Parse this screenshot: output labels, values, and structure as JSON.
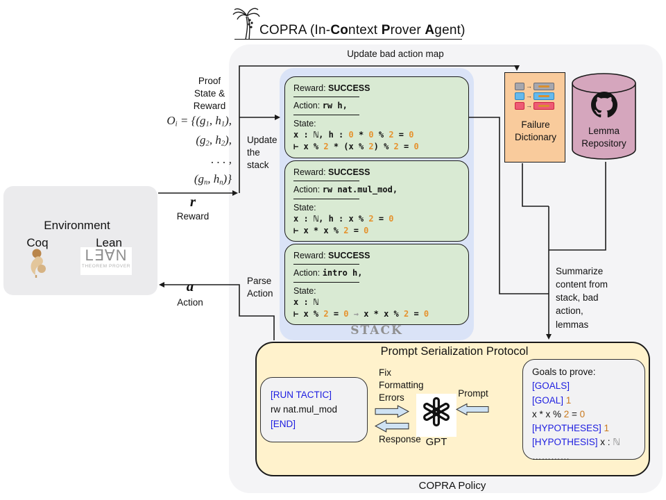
{
  "header": {
    "title_tokens": [
      {
        "t": "COPRA (In-"
      },
      {
        "t": "Co",
        "c": "b"
      },
      {
        "t": "ntext "
      },
      {
        "t": "P",
        "c": "b"
      },
      {
        "t": "rover "
      },
      {
        "t": "A",
        "c": "b"
      },
      {
        "t": "gent)"
      }
    ],
    "logo_icon": "palm-tree-icon"
  },
  "labels": {
    "update_bad_action_map": "Update bad action map",
    "proof_state_reward": "Proof\nState &\nReward",
    "update_the_stack": "Update\nthe\nstack",
    "reward_math": "r",
    "reward": "Reward",
    "parse_action": "Parse\nAction",
    "action_math": "a",
    "action": "Action",
    "summarize": "Summarize\ncontent from\nstack, bad\naction,\nlemmas"
  },
  "observation_math": {
    "lines": [
      [
        {
          "t": "O"
        },
        {
          "t": "i",
          "c": "sub"
        },
        {
          "t": " = {("
        },
        {
          "t": "g"
        },
        {
          "t": "1",
          "c": "sub"
        },
        {
          "t": ", "
        },
        {
          "t": "h"
        },
        {
          "t": "1",
          "c": "sub"
        },
        {
          "t": "),"
        }
      ],
      [
        {
          "t": "("
        },
        {
          "t": "g"
        },
        {
          "t": "2",
          "c": "sub"
        },
        {
          "t": ", "
        },
        {
          "t": "h"
        },
        {
          "t": "2",
          "c": "sub"
        },
        {
          "t": "),"
        }
      ],
      [
        {
          "t": ". . . ,"
        }
      ],
      [
        {
          "t": "("
        },
        {
          "t": "g"
        },
        {
          "t": "n",
          "c": "sub"
        },
        {
          "t": ", "
        },
        {
          "t": "h"
        },
        {
          "t": "n",
          "c": "sub"
        },
        {
          "t": ")}"
        }
      ]
    ]
  },
  "environment": {
    "title": "Environment",
    "coq_label": "Coq",
    "lean_label": "Lean",
    "lean_logo_text": "L∃∀N",
    "lean_logo_subtext": "THEOREM PROVER"
  },
  "stack": {
    "label": "STACK",
    "boxes": [
      {
        "reward": [
          {
            "t": "Reward: "
          },
          {
            "t": "SUCCESS",
            "c": "b"
          }
        ],
        "action": [
          {
            "t": "Action: "
          },
          {
            "t": "rw h,",
            "c": "m"
          }
        ],
        "state_label": "State:",
        "state_lines": [
          [
            {
              "t": "x : ℕ, h : ",
              "c": "m"
            },
            {
              "t": "0",
              "c": "o"
            },
            {
              "t": " * ",
              "c": "m"
            },
            {
              "t": "0",
              "c": "o"
            },
            {
              "t": " % ",
              "c": "m"
            },
            {
              "t": "2",
              "c": "o"
            },
            {
              "t": " = ",
              "c": "m"
            },
            {
              "t": "0",
              "c": "o"
            }
          ],
          [
            {
              "t": "⊢ x % ",
              "c": "m"
            },
            {
              "t": "2",
              "c": "o"
            },
            {
              "t": " * (x % ",
              "c": "m"
            },
            {
              "t": "2",
              "c": "o"
            },
            {
              "t": ") % ",
              "c": "m"
            },
            {
              "t": "2",
              "c": "o"
            },
            {
              "t": " = ",
              "c": "m"
            },
            {
              "t": "0",
              "c": "o"
            }
          ]
        ]
      },
      {
        "reward": [
          {
            "t": "Reward: "
          },
          {
            "t": "SUCCESS",
            "c": "b"
          }
        ],
        "action": [
          {
            "t": "Action: "
          },
          {
            "t": "rw nat.mul_mod,",
            "c": "m"
          }
        ],
        "state_label": "State:",
        "state_lines": [
          [
            {
              "t": "x : ℕ, h : x % ",
              "c": "m"
            },
            {
              "t": "2",
              "c": "o"
            },
            {
              "t": " = ",
              "c": "m"
            },
            {
              "t": "0",
              "c": "o"
            }
          ],
          [
            {
              "t": "⊢ x * x % ",
              "c": "m"
            },
            {
              "t": "2",
              "c": "o"
            },
            {
              "t": " = ",
              "c": "m"
            },
            {
              "t": "0",
              "c": "o"
            }
          ]
        ]
      },
      {
        "reward": [
          {
            "t": "Reward: "
          },
          {
            "t": "SUCCESS",
            "c": "b"
          }
        ],
        "action": [
          {
            "t": "Action: "
          },
          {
            "t": "intro h,",
            "c": "m"
          }
        ],
        "state_label": "State:",
        "state_lines": [
          [
            {
              "t": "x : ℕ",
              "c": "m"
            }
          ],
          [
            {
              "t": "⊢ x % ",
              "c": "m"
            },
            {
              "t": "2",
              "c": "o"
            },
            {
              "t": " = ",
              "c": "m"
            },
            {
              "t": "0",
              "c": "o"
            },
            {
              "t": " → ",
              "c": "gm"
            },
            {
              "t": "x * x % ",
              "c": "m"
            },
            {
              "t": "2",
              "c": "o"
            },
            {
              "t": " = ",
              "c": "m"
            },
            {
              "t": "0",
              "c": "o"
            }
          ]
        ]
      }
    ]
  },
  "failure_dictionary": {
    "label": "Failure\nDictionary",
    "icon": "key-value-map-icon"
  },
  "lemma_repository": {
    "label": "Lemma\nRepository",
    "icon": "github-icon"
  },
  "policy": {
    "title": "Prompt Serialization Protocol",
    "caption": "COPRA Policy",
    "run_tactic_lines": [
      [
        {
          "t": "[RUN TACTIC]",
          "c": "u"
        }
      ],
      [
        {
          "t": "rw nat.mul_mod"
        }
      ],
      [
        {
          "t": "[END]",
          "c": "u"
        }
      ]
    ],
    "fix_formatting": "Fix\nFormatting\nErrors",
    "response_label": "Response",
    "prompt_label": "Prompt",
    "gpt_label": "GPT",
    "goals_lines": [
      [
        {
          "t": "Goals to prove:"
        }
      ],
      [
        {
          "t": "[GOALS]",
          "c": "u"
        }
      ],
      [
        {
          "t": "[GOAL]",
          "c": "u"
        },
        {
          "t": " 1",
          "c": "or"
        }
      ],
      [
        {
          "t": "x * x % "
        },
        {
          "t": "2",
          "c": "or"
        },
        {
          "t": " = "
        },
        {
          "t": "0",
          "c": "or"
        }
      ],
      [
        {
          "t": "[HYPOTHESES]",
          "c": "u"
        },
        {
          "t": " 1",
          "c": "or"
        }
      ],
      [
        {
          "t": "[HYPOTHESIS]",
          "c": "u"
        },
        {
          "t": " x : "
        },
        {
          "t": "ℕ",
          "c": "g"
        }
      ],
      [
        {
          "t": "…………"
        }
      ]
    ]
  },
  "colors": {
    "stack_bg": "#dae3f7",
    "frame_green": "#d9ead3",
    "policy_yellow": "#fff2cc",
    "failure_orange": "#f9cb9c",
    "lemma_pink": "#d5a6bd",
    "panel_gray": "#f2f2f3",
    "agent_gray": "#f4f4f6",
    "link_blue": "#1d1de0",
    "mono_orange": "#e5922e",
    "sans_orange": "#c9781c"
  }
}
